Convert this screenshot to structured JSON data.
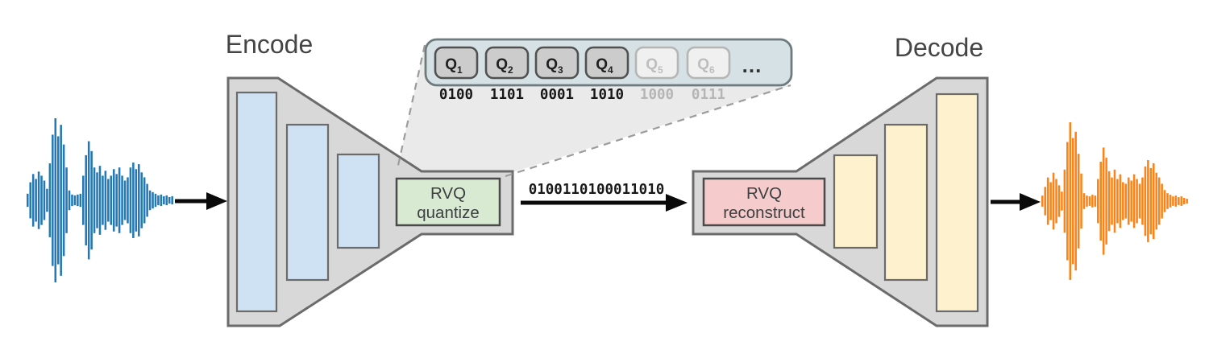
{
  "labels": {
    "encode": "Encode",
    "decode": "Decode"
  },
  "encoder": {
    "box_line1": "RVQ",
    "box_line2": "quantize"
  },
  "decoder": {
    "box_line1": "RVQ",
    "box_line2": "reconstruct"
  },
  "bitstream": "0100110100011010",
  "quantizer_bank": {
    "ellipsis": "...",
    "units": [
      {
        "label": "Q",
        "subscript": "1",
        "code": "0100",
        "active": true
      },
      {
        "label": "Q",
        "subscript": "2",
        "code": "1101",
        "active": true
      },
      {
        "label": "Q",
        "subscript": "3",
        "code": "0001",
        "active": true
      },
      {
        "label": "Q",
        "subscript": "4",
        "code": "1010",
        "active": true
      },
      {
        "label": "Q",
        "subscript": "5",
        "code": "1000",
        "active": false
      },
      {
        "label": "Q",
        "subscript": "6",
        "code": "0111",
        "active": false
      }
    ]
  },
  "waveforms": {
    "input": {
      "color": "#2478b4",
      "amplitudes": [
        0.08,
        0.22,
        0.32,
        0.26,
        0.35,
        0.3,
        0.24,
        0.14,
        0.45,
        0.8,
        1.0,
        0.78,
        0.92,
        0.68,
        0.4,
        0.12,
        0.07,
        0.06,
        0.07,
        0.08,
        0.3,
        0.55,
        0.72,
        0.6,
        0.4,
        0.34,
        0.42,
        0.3,
        0.36,
        0.26,
        0.3,
        0.38,
        0.32,
        0.4,
        0.3,
        0.24,
        0.28,
        0.4,
        0.46,
        0.38,
        0.44,
        0.34,
        0.28,
        0.2,
        0.12,
        0.1,
        0.08,
        0.06,
        0.07,
        0.05,
        0.06,
        0.04,
        0.05
      ]
    },
    "output": {
      "color": "#fb8317",
      "amplitudes": [
        0.07,
        0.18,
        0.3,
        0.24,
        0.36,
        0.28,
        0.2,
        0.12,
        0.4,
        0.75,
        1.0,
        0.8,
        0.88,
        0.6,
        0.35,
        0.1,
        0.07,
        0.06,
        0.08,
        0.07,
        0.28,
        0.5,
        0.68,
        0.55,
        0.38,
        0.3,
        0.4,
        0.28,
        0.34,
        0.24,
        0.22,
        0.3,
        0.26,
        0.34,
        0.28,
        0.22,
        0.3,
        0.44,
        0.52,
        0.42,
        0.48,
        0.36,
        0.3,
        0.22,
        0.14,
        0.1,
        0.08,
        0.06,
        0.07,
        0.05,
        0.06,
        0.04,
        0.03
      ]
    }
  },
  "colors": {
    "funnel_fill": "#d8d8d8",
    "funnel_stroke": "#6b6b6b",
    "encoder_layer_fill": "#cfe2f4",
    "decoder_layer_fill": "#fdf2cd",
    "layer_stroke": "#6b6b6b",
    "quantize_fill": "#d9ead3",
    "reconstruct_fill": "#f5cccb",
    "io_box_stroke": "#4a4a4a",
    "bank_fill": "#d5e1e4",
    "bank_stroke": "#6e7b7e",
    "unit_active_fill": "#cccccc",
    "unit_active_stroke": "#515151",
    "unit_active_text": "#202020",
    "unit_inactive_fill": "#f0f0f0",
    "unit_inactive_stroke": "#b5b5b5",
    "unit_inactive_text": "#bdbdbd",
    "code_active": "#181818",
    "code_inactive": "#b5b5b5",
    "cone_fill": "#eaeaea",
    "cone_dash": "#9c9c9c",
    "arrow": "#0a0a0a",
    "label_text": "#454545",
    "box_text": "#3c4043"
  }
}
